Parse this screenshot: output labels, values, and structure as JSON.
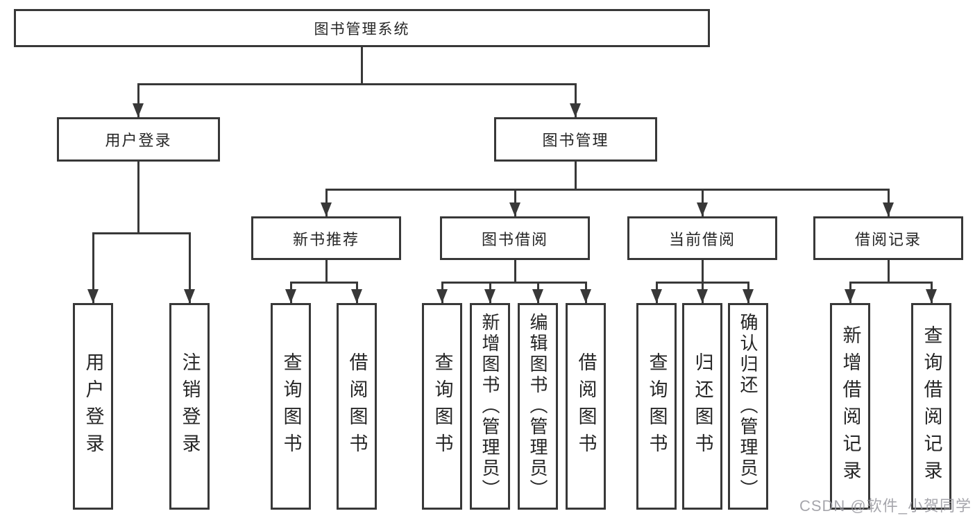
{
  "colors": {
    "background": "#ffffff",
    "line": "#383838",
    "box_border": "#383838",
    "text": "#262626",
    "watermark": "#96979e"
  },
  "tree": {
    "root": {
      "label": "图书管理系统"
    },
    "branches": [
      {
        "label": "用户登录",
        "leaves": [
          {
            "label": "用户登录"
          },
          {
            "label": "注销登录"
          }
        ]
      },
      {
        "label": "图书管理",
        "groups": [
          {
            "label": "新书推荐",
            "leaves": [
              {
                "label": "查询图书"
              },
              {
                "label": "借阅图书"
              }
            ]
          },
          {
            "label": "图书借阅",
            "leaves": [
              {
                "label": "查询图书"
              },
              {
                "label": "新增图书（管理员）"
              },
              {
                "label": "编辑图书（管理员）"
              },
              {
                "label": "借阅图书"
              }
            ]
          },
          {
            "label": "当前借阅",
            "leaves": [
              {
                "label": "查询图书"
              },
              {
                "label": "归还图书"
              },
              {
                "label": "确认归还（管理员）"
              }
            ]
          },
          {
            "label": "借阅记录",
            "leaves": [
              {
                "label": "新增借阅记录"
              },
              {
                "label": "查询借阅记录"
              }
            ]
          }
        ]
      }
    ]
  },
  "watermark": {
    "text": "CSDN @软件_小贺同学"
  }
}
